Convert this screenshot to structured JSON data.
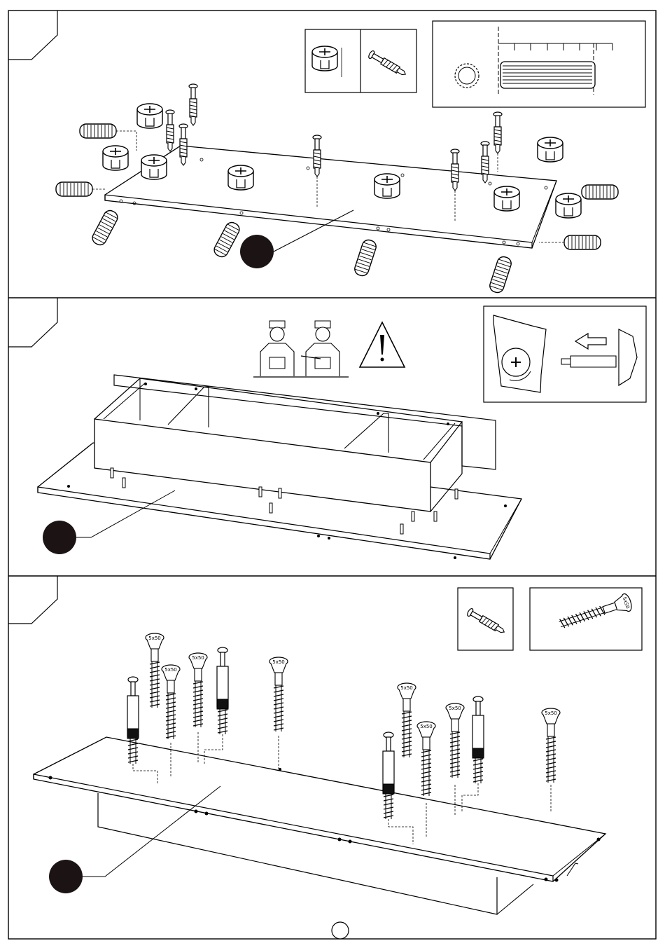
{
  "document": {
    "type": "assembly-instructions",
    "steps": [
      {
        "id": "step-1",
        "part_marker": "",
        "insets": [
          "cam-lock-fitting",
          "cam-bolt",
          "wooden-dowel-measure"
        ],
        "hardware": [
          "cam-lock",
          "cam-bolt",
          "wooden-dowel"
        ]
      },
      {
        "id": "step-2",
        "part_marker": "",
        "insets": [
          "two-person-assembly",
          "warning-sign",
          "cam-lock-tightening"
        ],
        "hardware": [
          "cam-bolt"
        ]
      },
      {
        "id": "step-3",
        "part_marker": "",
        "insets": [
          "cam-bolt",
          "confirmat-screw"
        ],
        "hardware": [
          "cam-bolt",
          "confirmat-screw"
        ]
      }
    ],
    "page_number": "",
    "colors": {
      "line": "#000000",
      "background": "#ffffff",
      "marker": "#1c1414"
    }
  }
}
